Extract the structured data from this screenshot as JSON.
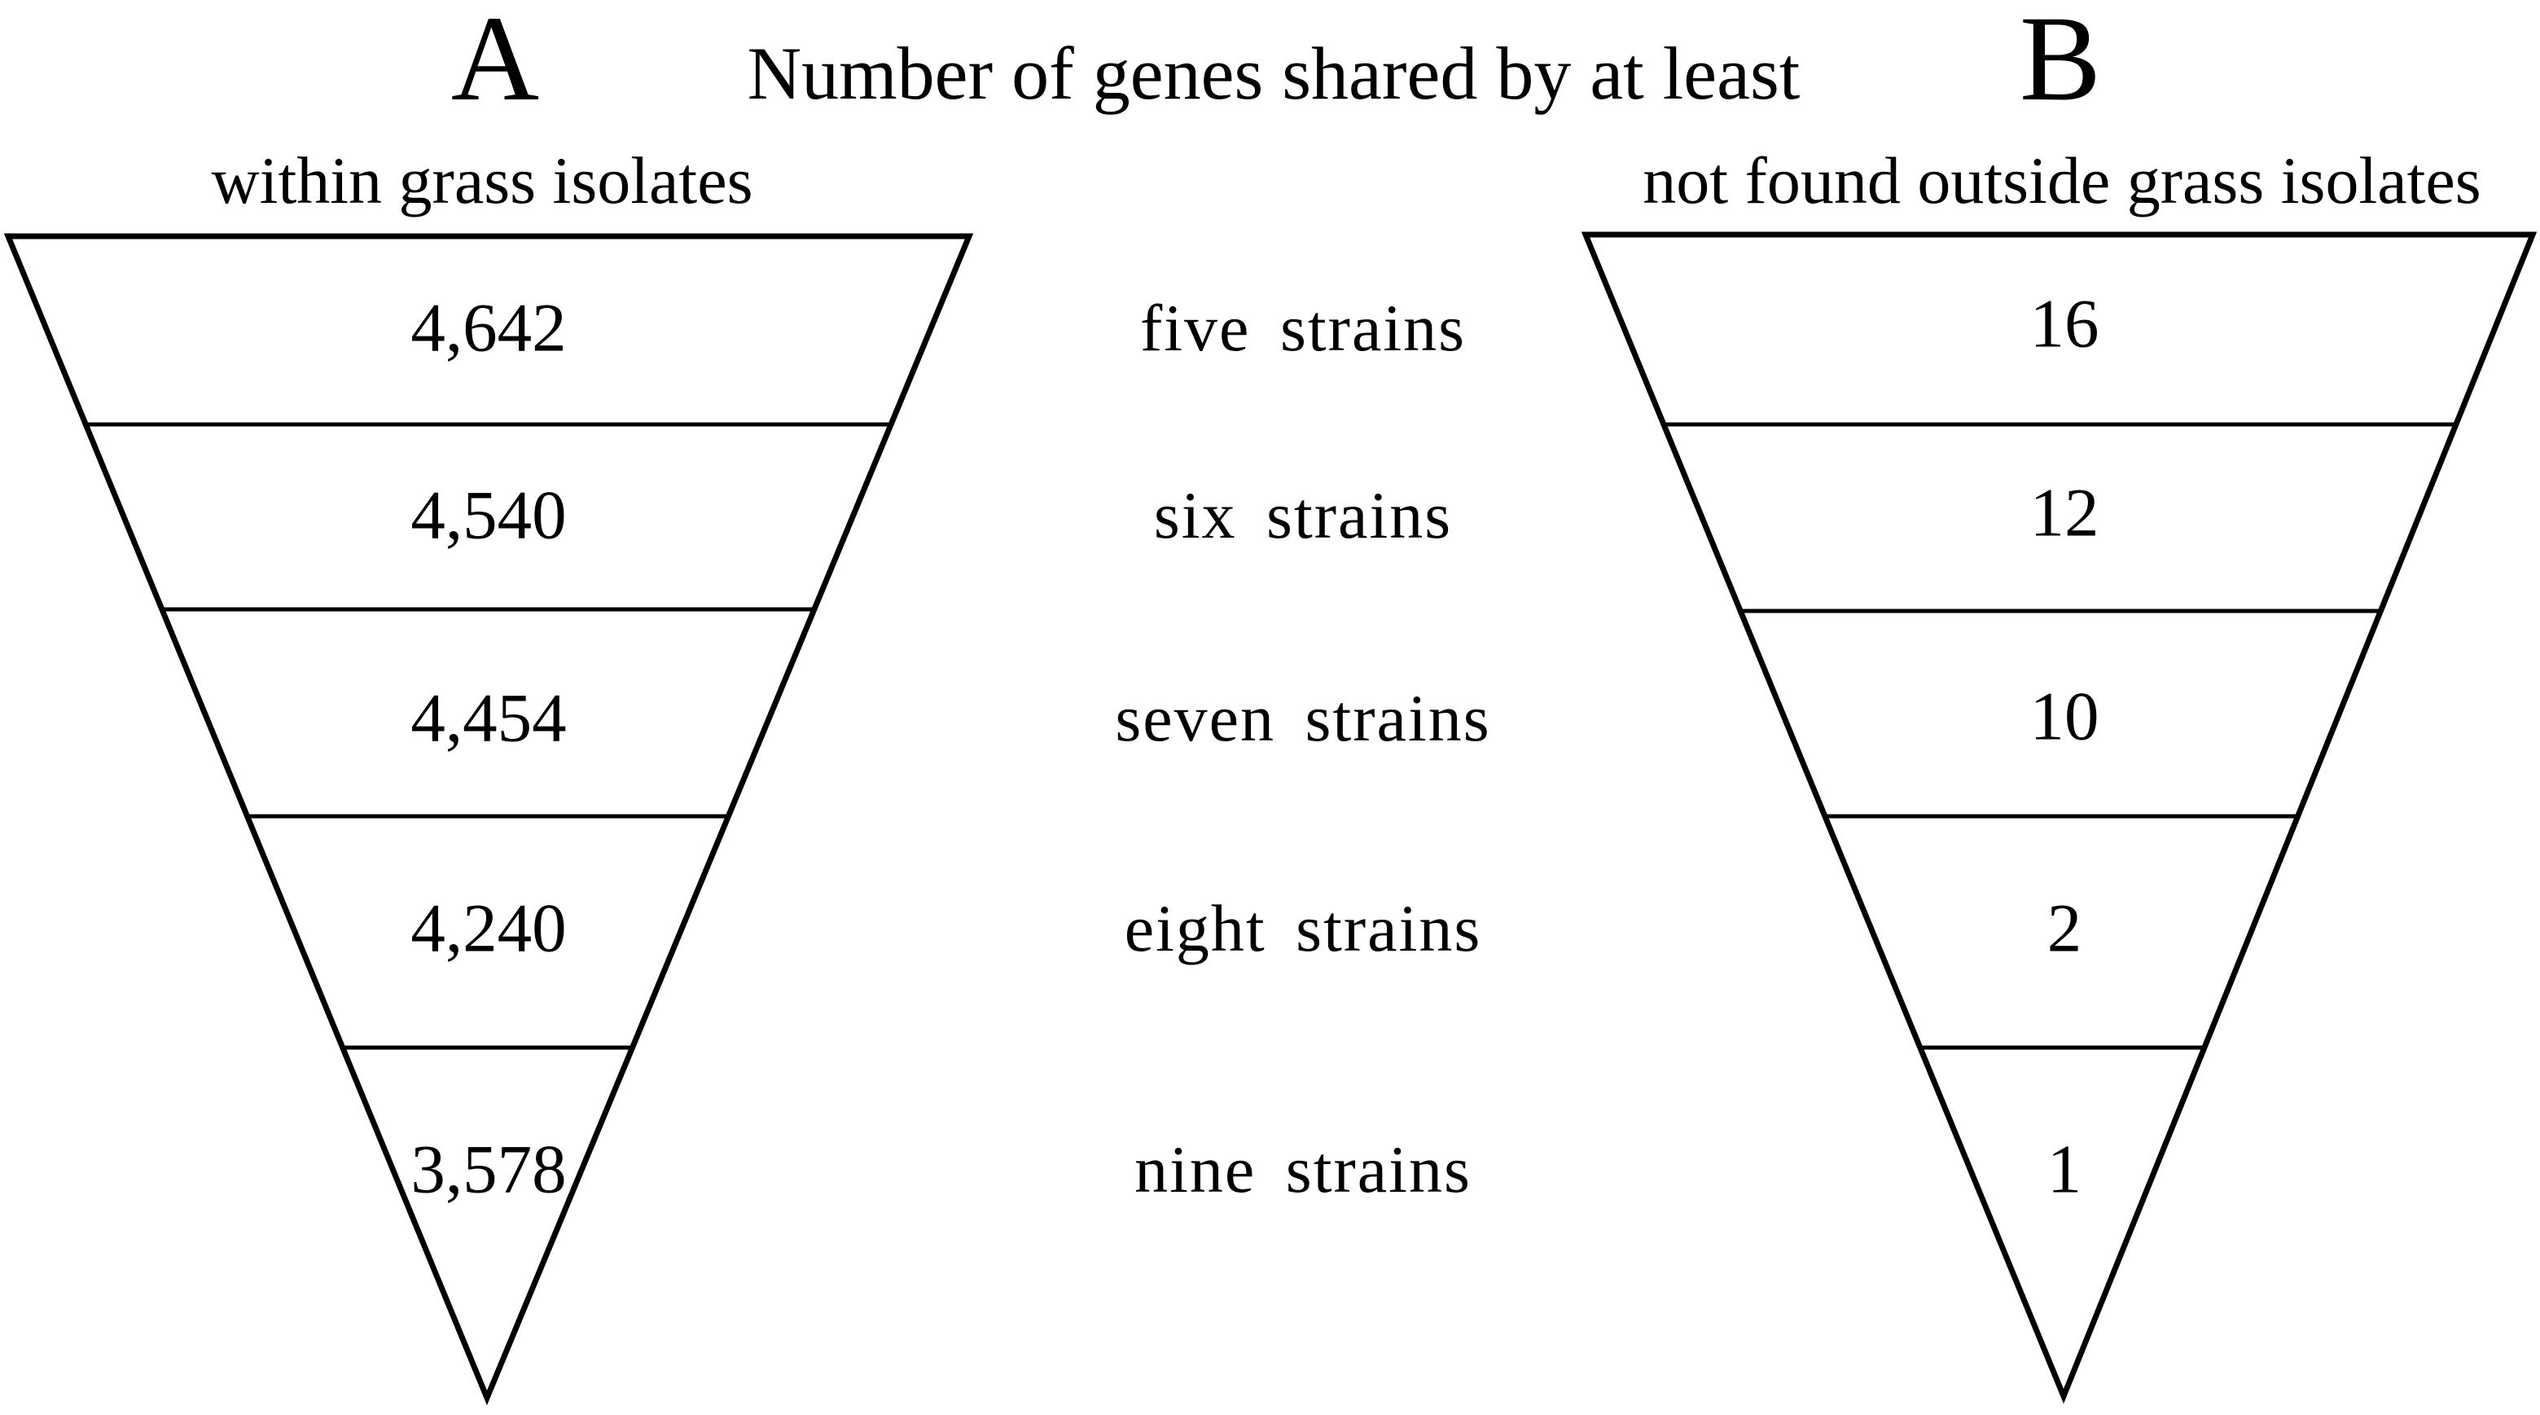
{
  "figure": {
    "title": "Number of genes shared by at least",
    "panel_a": {
      "label": "A",
      "subtitle": "within grass isolates"
    },
    "panel_b": {
      "label": "B",
      "subtitle": "not found outside grass isolates"
    },
    "rows": [
      {
        "strains": "five strains",
        "within": "4,642",
        "outside": "16"
      },
      {
        "strains": "six strains",
        "within": "4,540",
        "outside": "12"
      },
      {
        "strains": "seven strains",
        "within": "4,454",
        "outside": "10"
      },
      {
        "strains": "eight strains",
        "within": "4,240",
        "outside": "2"
      },
      {
        "strains": "nine strains",
        "within": "3,578",
        "outside": "1"
      }
    ]
  },
  "chart_data": [
    {
      "type": "funnel",
      "panel": "A",
      "title": "Number of genes shared by at least",
      "subtitle": "within grass isolates",
      "categories": [
        "five strains",
        "six strains",
        "seven strains",
        "eight strains",
        "nine strains"
      ],
      "values": [
        4642,
        4540,
        4454,
        4240,
        3578
      ],
      "shape": "inverted-triangle",
      "fill": "#ffffff",
      "stroke": "#000000"
    },
    {
      "type": "funnel",
      "panel": "B",
      "title": "Number of genes shared by at least",
      "subtitle": "not found outside grass isolates",
      "categories": [
        "five strains",
        "six strains",
        "seven strains",
        "eight strains",
        "nine strains"
      ],
      "values": [
        16,
        12,
        10,
        2,
        1
      ],
      "shape": "inverted-triangle",
      "fill": "#ffffff",
      "stroke": "#000000"
    }
  ]
}
